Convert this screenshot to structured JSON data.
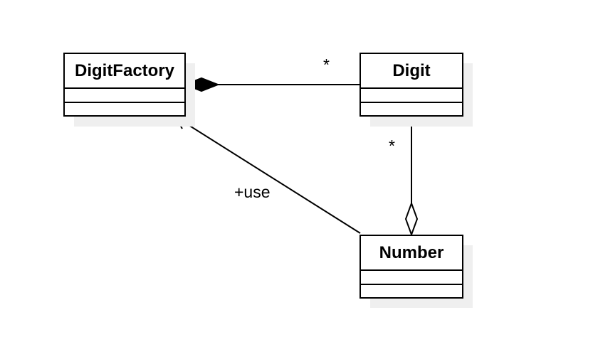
{
  "diagram": {
    "classes": [
      {
        "id": "digitfactory",
        "name": "DigitFactory"
      },
      {
        "id": "digit",
        "name": "Digit"
      },
      {
        "id": "number",
        "name": "Number"
      }
    ],
    "relations": [
      {
        "type": "composition",
        "whole": "DigitFactory",
        "part": "Digit",
        "multiplicity": "*"
      },
      {
        "type": "aggregation",
        "whole": "Number",
        "part": "Digit",
        "multiplicity": "*"
      },
      {
        "type": "association",
        "from": "Number",
        "to": "DigitFactory",
        "navigable": true,
        "role": "+use"
      }
    ]
  }
}
